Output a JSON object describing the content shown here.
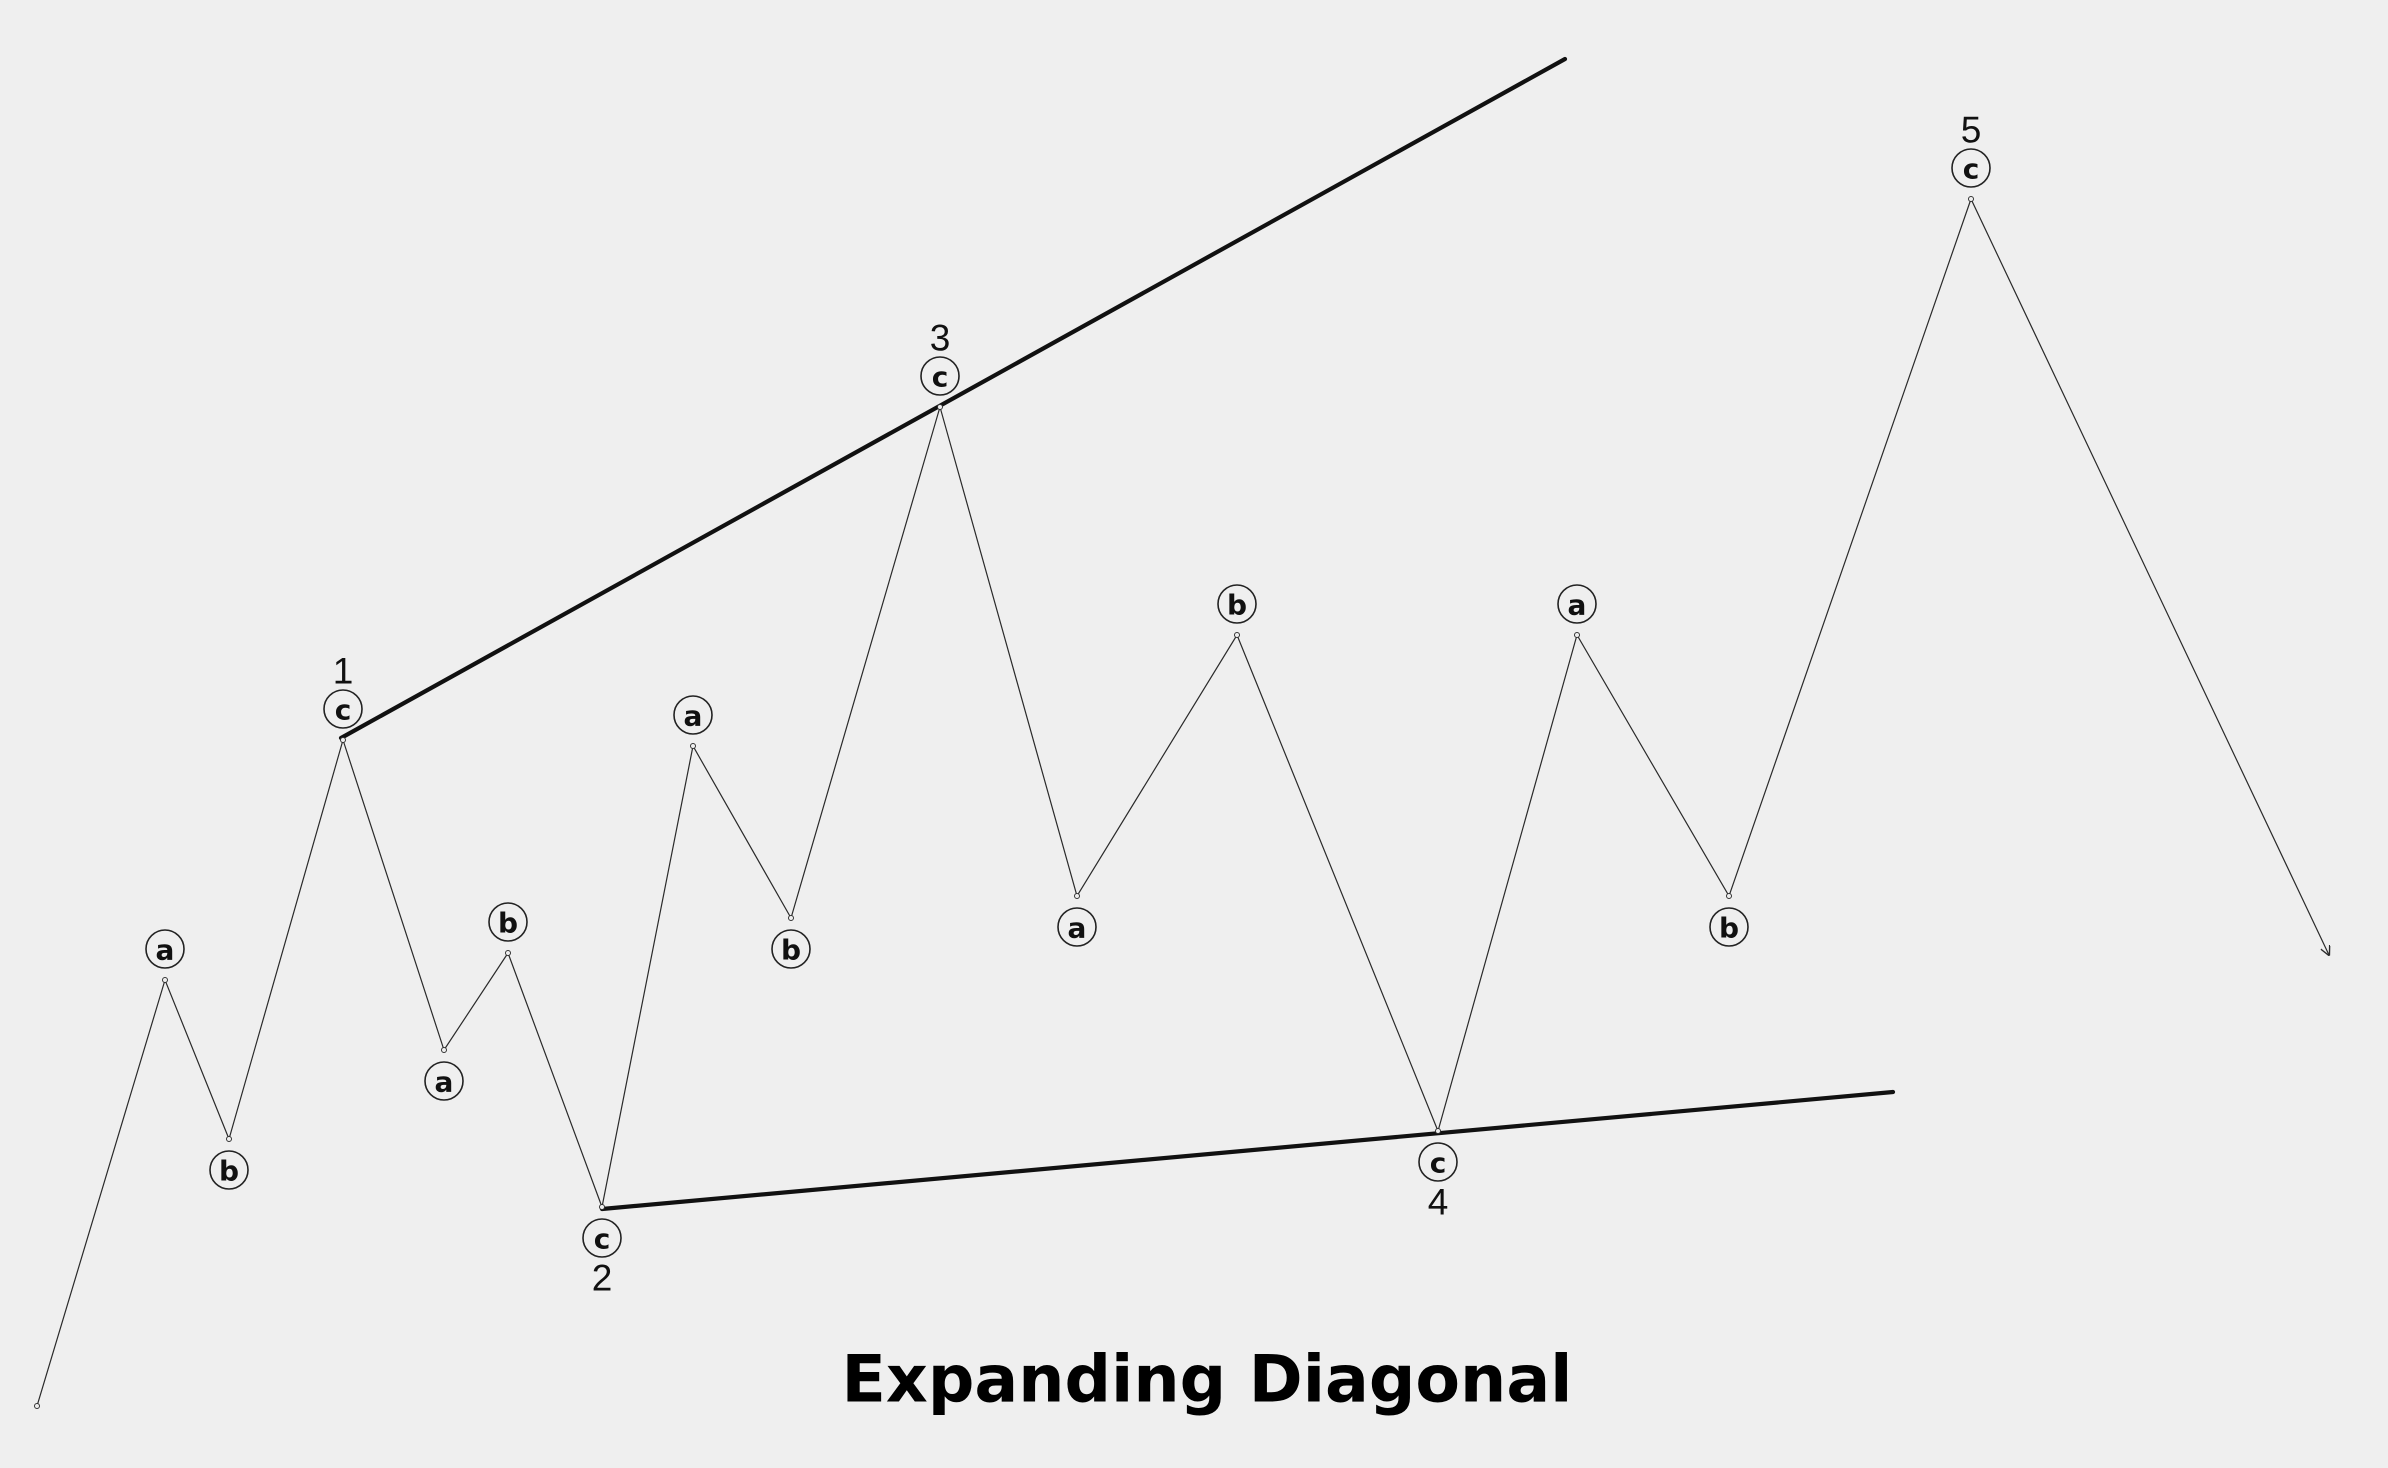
{
  "title": "Expanding Diagonal",
  "colors": {
    "background": "#efefef",
    "lines": "#111111"
  },
  "pivots": [
    {
      "label": "a"
    },
    {
      "label": "b"
    },
    {
      "label": "c",
      "wave": "1"
    },
    {
      "label": "a"
    },
    {
      "label": "b"
    },
    {
      "label": "c",
      "wave": "2"
    },
    {
      "label": "a"
    },
    {
      "label": "b"
    },
    {
      "label": "c",
      "wave": "3"
    },
    {
      "label": "a"
    },
    {
      "label": "b"
    },
    {
      "label": "c",
      "wave": "4"
    },
    {
      "label": "a"
    },
    {
      "label": "b"
    },
    {
      "label": "c",
      "wave": "5"
    }
  ]
}
